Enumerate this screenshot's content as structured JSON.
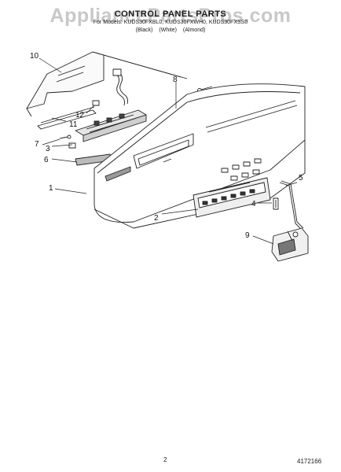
{
  "header": {
    "watermark": "AppliancePartsPros.com",
    "title": "CONTROL PANEL PARTS",
    "subtitle": "For Models: KUDS30FXBL0, KUDS30FXWH0, KUDS30FXSS0",
    "variants": "(Black) (White) (Almond)"
  },
  "callouts": {
    "c1": "1",
    "c2": "2",
    "c3": "3",
    "c4": "4",
    "c5": "5",
    "c6": "6",
    "c7": "7",
    "c8": "8",
    "c9": "9",
    "c10": "10",
    "c11": "11",
    "c12": "12"
  },
  "footer": {
    "page_number": "2",
    "document_number": "4172166"
  }
}
